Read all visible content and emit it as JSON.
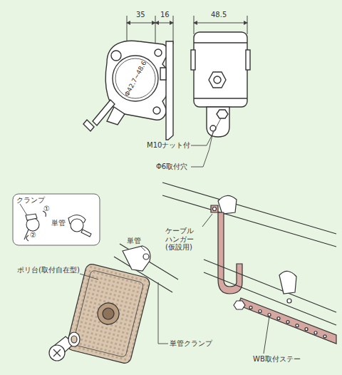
{
  "diagram": {
    "nodes": [
      {
        "text": [
          "クランプ",
          "①",
          "単管",
          "②"
        ]
      }
    ],
    "labels": [
      "35",
      "16",
      "48.5",
      "Φ42.7~48.6",
      "M10ナット付",
      "Φ6取付穴",
      "単管",
      "ポリ台(取付自在型)",
      "単管クランプ",
      "ケーブル ハンガー (仮設用)",
      "WB取付ステー"
    ]
  }
}
